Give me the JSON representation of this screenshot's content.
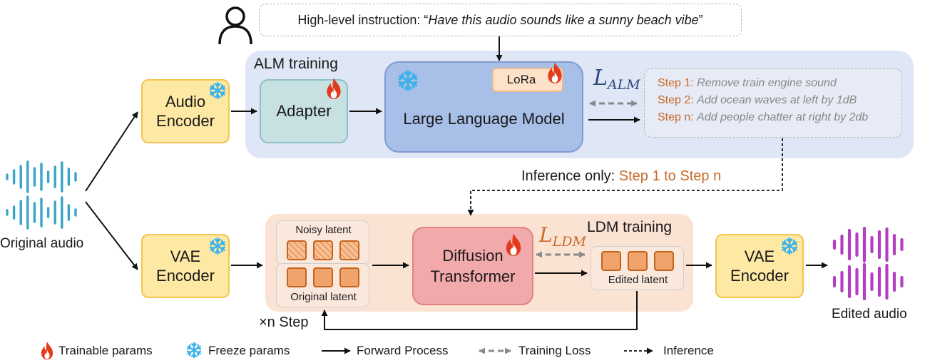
{
  "instruction": {
    "prefix": "High-level instruction: “",
    "quote": "Have this audio sounds like a sunny beach vibe",
    "suffix": "”"
  },
  "alm": {
    "region_label": "ALM training",
    "audio_encoder": "Audio Encoder",
    "adapter": "Adapter",
    "llm": "Large Language Model",
    "lora": "LoRa",
    "loss_symbol": "L",
    "loss_subscript": "ALM"
  },
  "steps": [
    {
      "label": "Step 1:",
      "text": "Remove train engine sound"
    },
    {
      "label": "Step 2:",
      "text": "Add ocean waves at left by 1dB"
    },
    {
      "label": "Step n:",
      "text": "Add people chatter at right by 2db"
    }
  ],
  "inference_only": {
    "prefix": "Inference only: ",
    "range": "Step 1 to Step n"
  },
  "ldm": {
    "region_label": "LDM training",
    "vae_encoder_left": "VAE Encoder",
    "noisy_latent": "Noisy latent",
    "original_latent": "Original latent",
    "diffusion": "Diffusion Transformer",
    "edited_latent": "Edited latent",
    "vae_encoder_right": "VAE Encoder",
    "loss_symbol": "L",
    "loss_subscript": "LDM",
    "n_step": "×n Step"
  },
  "audio": {
    "original": "Original audio",
    "edited": "Edited audio"
  },
  "legend": {
    "trainable": "Trainable params",
    "freeze": "Freeze params",
    "forward": "Forward Process",
    "loss": "Training Loss",
    "inference": "Inference"
  },
  "colors": {
    "original_wave": "#3aa5c4",
    "edited_wave": "#b43fc2",
    "step_orange": "#c96a2a",
    "frozen_blue": "#3db2e8",
    "flame_red": "#e23a1b"
  }
}
